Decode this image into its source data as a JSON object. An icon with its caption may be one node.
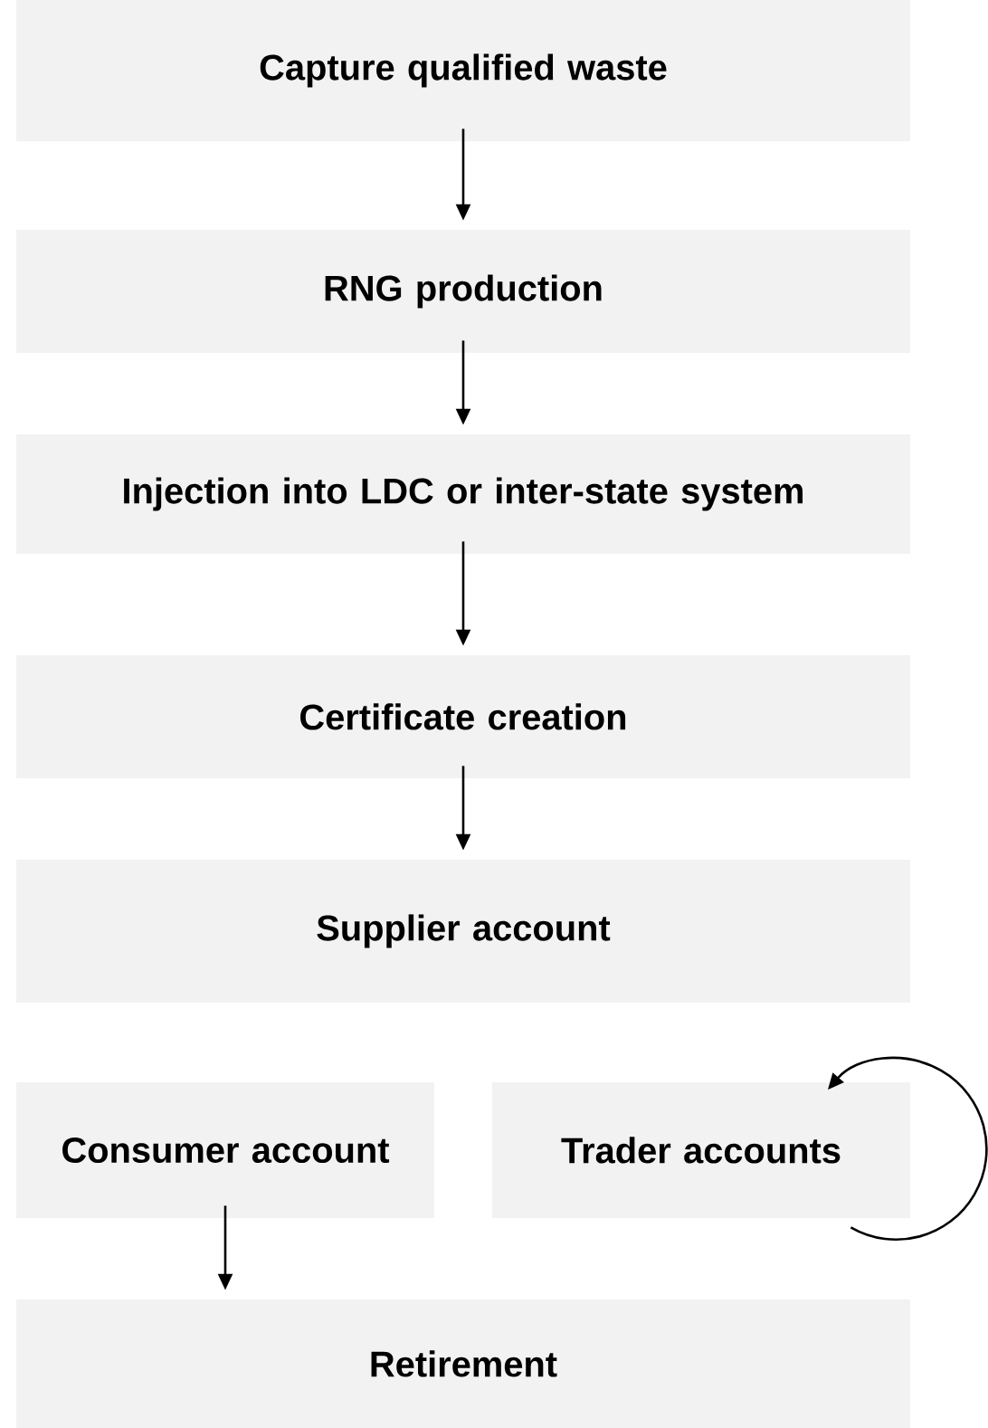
{
  "diagram": {
    "nodes": [
      {
        "text": [
          "Capture qualified waste"
        ]
      },
      {
        "text": [
          "RNG production"
        ]
      },
      {
        "text": [
          "Injection into LDC or inter-state system"
        ]
      },
      {
        "text": [
          "Certificate creation"
        ]
      },
      {
        "text": [
          "Supplier account"
        ]
      },
      {
        "text": [
          "Consumer account"
        ]
      },
      {
        "text": [
          "Trader accounts"
        ]
      },
      {
        "text": [
          "Retirement"
        ]
      }
    ],
    "edges": [
      {
        "from": 0,
        "to": 1,
        "arrow": "to"
      },
      {
        "from": 1,
        "to": 2,
        "arrow": "to"
      },
      {
        "from": 2,
        "to": 3,
        "arrow": "to"
      },
      {
        "from": 3,
        "to": 4,
        "arrow": "to"
      },
      {
        "from": 5,
        "to": 7,
        "arrow": "to"
      },
      {
        "from": 6,
        "to": 6,
        "arrow": "to"
      }
    ]
  }
}
